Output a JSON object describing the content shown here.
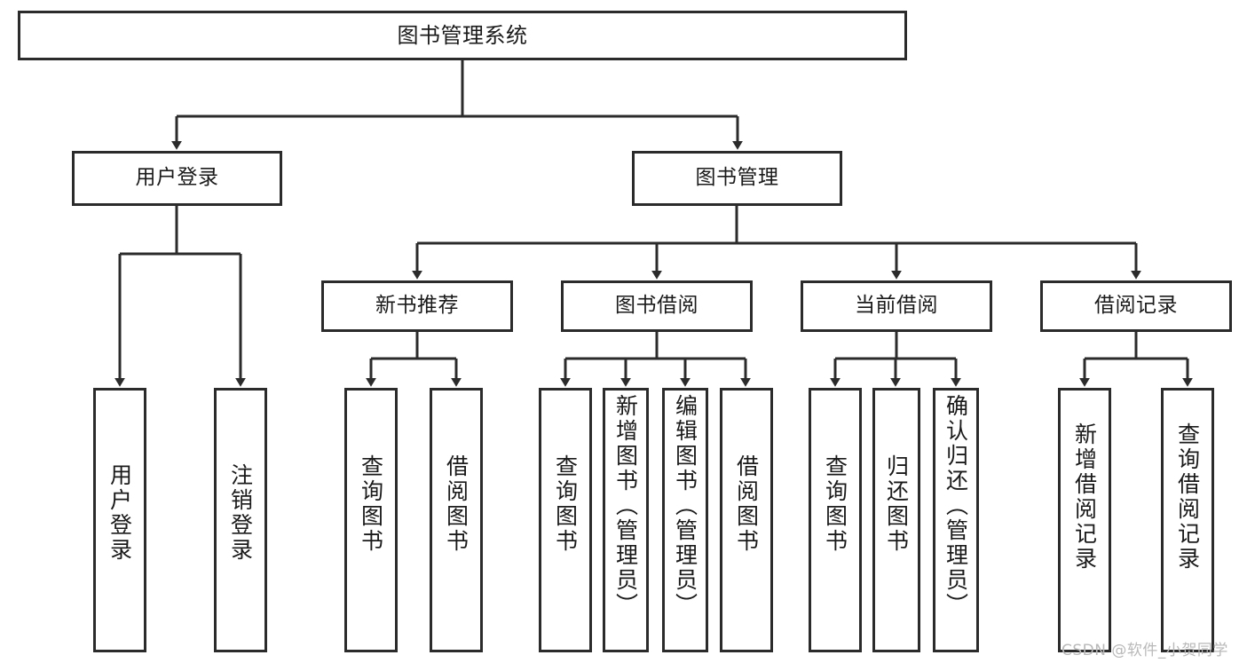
{
  "diagram": {
    "type": "hierarchy-tree",
    "title": "图书管理系统",
    "watermark": "CSDN @软件_小贺同学",
    "colors": {
      "box_border": "#2b2b2b",
      "box_fill": "#ffffff",
      "connector": "#2b2b2b",
      "text": "#1a1a1a",
      "watermark": "#b9b9b9"
    },
    "levels": {
      "root": "图书管理系统",
      "level2": [
        "用户登录",
        "图书管理"
      ],
      "level3": [
        "新书推荐",
        "图书借阅",
        "当前借阅",
        "借阅记录"
      ]
    },
    "nodes": {
      "root": "图书管理系统",
      "user_login": "用户登录",
      "book_manage": "图书管理",
      "new_book_rec": "新书推荐",
      "book_borrow": "图书借阅",
      "current_borrow": "当前借阅",
      "borrow_record": "借阅记录",
      "leaf_user_login": "用户登录",
      "leaf_logout": "注销登录",
      "leaf_query_book_1": "查询图书",
      "leaf_borrow_book_1": "借阅图书",
      "leaf_query_book_2": "查询图书",
      "leaf_add_book_admin": "新增图书（管理员）",
      "leaf_edit_book_admin": "编辑图书（管理员）",
      "leaf_borrow_book_2": "借阅图书",
      "leaf_query_book_3": "查询图书",
      "leaf_return_book": "归还图书",
      "leaf_confirm_return_admin": "确认归还（管理员）",
      "leaf_add_record": "新增借阅记录",
      "leaf_query_record": "查询借阅记录"
    },
    "edges": [
      {
        "from": "root",
        "to": "user_login"
      },
      {
        "from": "root",
        "to": "book_manage"
      },
      {
        "from": "user_login",
        "to": "leaf_user_login"
      },
      {
        "from": "user_login",
        "to": "leaf_logout"
      },
      {
        "from": "book_manage",
        "to": "new_book_rec"
      },
      {
        "from": "book_manage",
        "to": "book_borrow"
      },
      {
        "from": "book_manage",
        "to": "current_borrow"
      },
      {
        "from": "book_manage",
        "to": "borrow_record"
      },
      {
        "from": "new_book_rec",
        "to": "leaf_query_book_1"
      },
      {
        "from": "new_book_rec",
        "to": "leaf_borrow_book_1"
      },
      {
        "from": "book_borrow",
        "to": "leaf_query_book_2"
      },
      {
        "from": "book_borrow",
        "to": "leaf_add_book_admin"
      },
      {
        "from": "book_borrow",
        "to": "leaf_edit_book_admin"
      },
      {
        "from": "book_borrow",
        "to": "leaf_borrow_book_2"
      },
      {
        "from": "current_borrow",
        "to": "leaf_query_book_3"
      },
      {
        "from": "current_borrow",
        "to": "leaf_return_book"
      },
      {
        "from": "current_borrow",
        "to": "leaf_confirm_return_admin"
      },
      {
        "from": "borrow_record",
        "to": "leaf_add_record"
      },
      {
        "from": "borrow_record",
        "to": "leaf_query_record"
      }
    ]
  }
}
